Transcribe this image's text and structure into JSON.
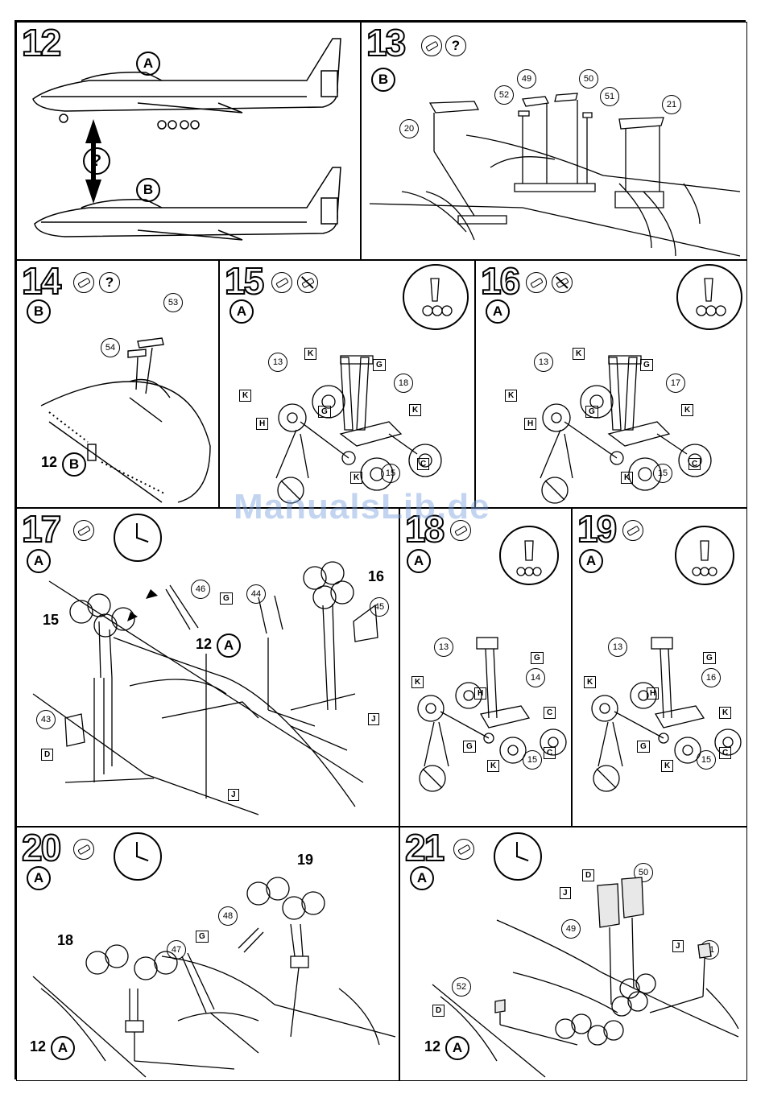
{
  "watermark": "ManualsLib.de",
  "steps": {
    "s12": {
      "num": "12",
      "optA": "A",
      "optB": "B",
      "question": "?"
    },
    "s13": {
      "num": "13",
      "question": "?",
      "opt": "B",
      "parts": [
        "20",
        "52",
        "49",
        "50",
        "51",
        "21"
      ]
    },
    "s14": {
      "num": "14",
      "question": "?",
      "opt": "B",
      "parts": [
        "53",
        "54"
      ],
      "ref_num": "12",
      "ref_opt": "B"
    },
    "s15": {
      "num": "15",
      "opt": "A",
      "parts": [
        "13",
        "18",
        "15"
      ],
      "tags": [
        "K",
        "G",
        "K",
        "H",
        "G",
        "K",
        "C",
        "K"
      ]
    },
    "s16": {
      "num": "16",
      "opt": "A",
      "parts": [
        "13",
        "17",
        "15"
      ],
      "tags": [
        "K",
        "G",
        "K",
        "H",
        "G",
        "K",
        "C",
        "K"
      ]
    },
    "s17": {
      "num": "17",
      "opt": "A",
      "parts": [
        "15",
        "46",
        "44",
        "16",
        "45",
        "43"
      ],
      "ref_num": "12",
      "ref_opt": "A",
      "tags": [
        "G",
        "D",
        "J",
        "J"
      ]
    },
    "s18": {
      "num": "18",
      "opt": "A",
      "parts": [
        "13",
        "14",
        "15"
      ],
      "tags": [
        "K",
        "G",
        "H",
        "C",
        "G",
        "K",
        "C"
      ]
    },
    "s19": {
      "num": "19",
      "opt": "A",
      "parts": [
        "13",
        "16",
        "15"
      ],
      "tags": [
        "K",
        "G",
        "H",
        "K",
        "G",
        "K",
        "C"
      ]
    },
    "s20": {
      "num": "20",
      "opt": "A",
      "parts": [
        "19",
        "18",
        "47",
        "48"
      ],
      "ref_num": "12",
      "ref_opt": "A",
      "tags": [
        "G"
      ]
    },
    "s21": {
      "num": "21",
      "opt": "A",
      "parts": [
        "50",
        "49",
        "51",
        "52"
      ],
      "ref_num": "12",
      "ref_opt": "A",
      "tags": [
        "D",
        "J",
        "J",
        "D"
      ]
    }
  }
}
